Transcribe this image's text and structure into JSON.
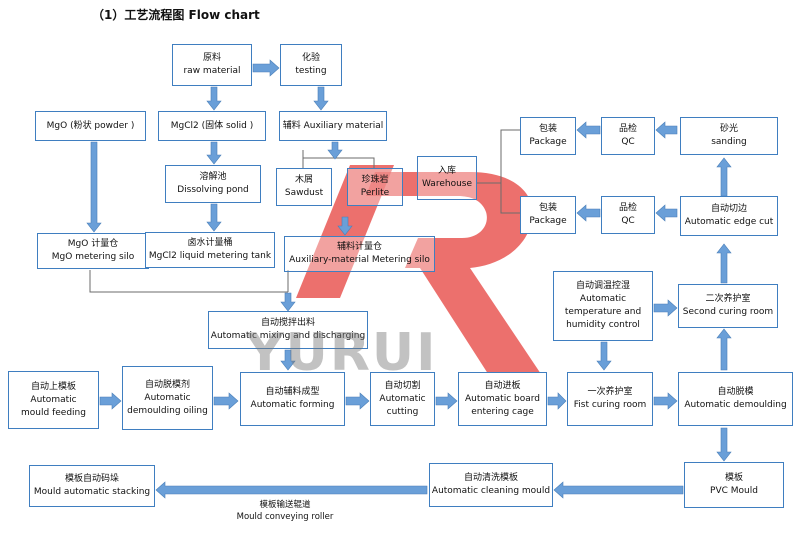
{
  "header": {
    "title": "（1）工艺流程图  Flow  chart"
  },
  "watermark": {
    "text": "YURUI",
    "color": "#e53935"
  },
  "colors": {
    "box_border": "#3f7ec0",
    "arrow_fill": "#6a9fd8",
    "line": "#666666"
  },
  "nodes": {
    "raw_material": {
      "zh": "原料",
      "en": "raw material"
    },
    "testing": {
      "zh": "化验",
      "en": "testing"
    },
    "mgo_powder": {
      "zh": "MgO (粉状 powder )"
    },
    "mgcl2_solid": {
      "zh": "MgCl2 (固体 solid )"
    },
    "aux_material": {
      "zh": "辅料 Auxiliary material"
    },
    "dissolving_pond": {
      "zh": "溶解池",
      "en": "Dissolving pond"
    },
    "sawdust": {
      "zh": "木屑",
      "en": "Sawdust"
    },
    "perlite": {
      "zh": "珍珠岩",
      "en": "Perlite"
    },
    "warehouse": {
      "zh": "入库",
      "en": "Warehouse"
    },
    "package_top": {
      "zh": "包装",
      "en": "Package"
    },
    "qc_top": {
      "zh": "品检",
      "en": "QC"
    },
    "sanding": {
      "zh": "砂光",
      "en": "sanding"
    },
    "package_mid": {
      "zh": "包装",
      "en": "Package"
    },
    "qc_mid": {
      "zh": "品检",
      "en": "QC"
    },
    "edge_cut": {
      "zh": "自动切边",
      "en": "Automatic edge cut"
    },
    "mgo_silo": {
      "zh": "MgO 计量仓",
      "en": "MgO metering silo"
    },
    "mgcl2_tank": {
      "zh": "卤水计量桶",
      "en": "MgCl2 liquid metering tank"
    },
    "aux_silo": {
      "zh": "辅料计量仓",
      "en": "Auxiliary-material Metering silo"
    },
    "temp_control": {
      "zh": "自动调温控湿",
      "en1": "Automatic",
      "en2": "temperature and",
      "en3": "humidity control"
    },
    "second_curing": {
      "zh": "二次养护室",
      "en": "Second curing room"
    },
    "mixing": {
      "zh": "自动搅拌出料",
      "en": "Automatic mixing and discharging"
    },
    "mould_feeding": {
      "zh": "自动上模板",
      "en1": "Automatic",
      "en2": "mould feeding"
    },
    "demoulding_oiling": {
      "zh": "自动脱模剂",
      "en1": "Automatic",
      "en2": "demoulding oiling"
    },
    "forming": {
      "zh": "自动辅料成型",
      "en": "Automatic forming"
    },
    "cutting": {
      "zh": "自动切割",
      "en1": "Automatic",
      "en2": "cutting"
    },
    "entering_cage": {
      "zh": "自动进板",
      "en1": "Automatic board",
      "en2": "entering cage"
    },
    "first_curing": {
      "zh": "一次养护室",
      "en": "Fist curing room"
    },
    "demoulding": {
      "zh": "自动脱模",
      "en": "Automatic demoulding"
    },
    "mould_stacking": {
      "zh": "模板自动码垛",
      "en": "Mould automatic stacking"
    },
    "cleaning_mould": {
      "zh": "自动清洗模板",
      "en": "Automatic cleaning mould"
    },
    "pvc_mould": {
      "zh": "模板",
      "en": "PVC Mould"
    }
  },
  "roller_caption": {
    "zh": "模板输送辊道",
    "en": "Mould   conveying   roller"
  }
}
